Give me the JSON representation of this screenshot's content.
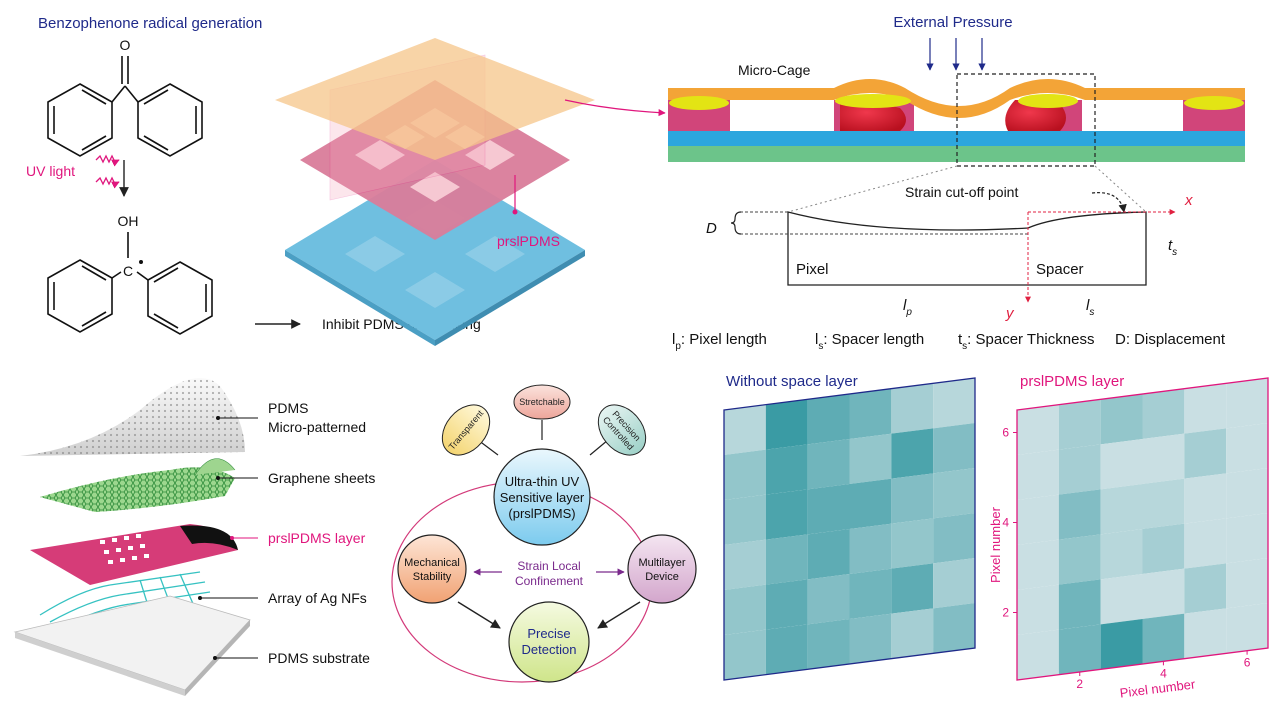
{
  "colors": {
    "navy": "#1f2a8a",
    "magenta": "#e0167d",
    "cyan": "#2aa6df",
    "orange": "#f2a33a",
    "pink": "#d3657f",
    "teal_dark": "#3a9ba4",
    "teal_light": "#c9dfe3",
    "spacer_red": "#e0203a",
    "purple": "#7a2a8c"
  },
  "chemistry": {
    "title": "Benzophenone radical generation",
    "atom_o": "O",
    "atom_oh": "OH",
    "atom_c": "C",
    "uv_label": "UV light",
    "result_label": "Inhibit PDMS crosslinking"
  },
  "layer_stack": {
    "label": "prslPDMS"
  },
  "cross_section": {
    "pressure_label": "External Pressure",
    "cage_label": "Micro-Cage"
  },
  "strain": {
    "cutoff_label": "Strain cut-off point",
    "d_label": "D",
    "x_label": "x",
    "y_label": "y",
    "pixel_label": "Pixel",
    "spacer_label": "Spacer",
    "ts_main": "t",
    "ts_sub": "s",
    "lp_main": "l",
    "lp_sub": "p",
    "ls_main": "l",
    "ls_sub": "s"
  },
  "legend": {
    "lp_main": "l",
    "lp_sub": "p",
    "lp_text": ": Pixel length",
    "ls_main": "l",
    "ls_sub": "s",
    "ls_text": ": Spacer length",
    "ts_main": "t",
    "ts_sub": "s",
    "ts_text": ": Spacer Thickness",
    "d_text": "D: Displacement"
  },
  "device_layers": [
    {
      "label_1": "PDMS",
      "label_2": "Micro-patterned"
    },
    {
      "label_1": "Graphene sheets",
      "label_2": ""
    },
    {
      "label_1": "prslPDMS layer",
      "label_2": ""
    },
    {
      "label_1": "Array of Ag NFs",
      "label_2": ""
    },
    {
      "label_1": "PDMS substrate",
      "label_2": ""
    }
  ],
  "concept": {
    "center_1": "Ultra-thin UV",
    "center_2": "Sensitive layer",
    "center_3": "(prslPDMS)",
    "transparent": "Transparent",
    "stretchable": "Stretchable",
    "precision_1": "Precision",
    "precision_2": "Controlled",
    "mechanical_1": "Mechanical",
    "mechanical_2": "Stability",
    "multilayer_1": "Multilayer",
    "multilayer_2": "Device",
    "strain_1": "Strain Local",
    "strain_2": "Confinement",
    "precise_1": "Precise",
    "precise_2": "Detection"
  },
  "chart_data": [
    {
      "type": "heatmap",
      "title": "Without space layer",
      "rows": 6,
      "cols": 6,
      "levels": [
        [
          1,
          8,
          6,
          5,
          2,
          1
        ],
        [
          3,
          7,
          5,
          3,
          7,
          4
        ],
        [
          3,
          7,
          6,
          6,
          4,
          3
        ],
        [
          2,
          5,
          6,
          4,
          3,
          4
        ],
        [
          3,
          6,
          4,
          5,
          6,
          2
        ],
        [
          3,
          6,
          5,
          4,
          2,
          4
        ]
      ]
    },
    {
      "type": "heatmap",
      "title": "prslPDMS layer",
      "xlabel": "Pixel number",
      "ylabel": "Pixel number",
      "x_ticks": [
        "2",
        "4",
        "6"
      ],
      "y_ticks": [
        "2",
        "4",
        "6"
      ],
      "rows": 6,
      "cols": 6,
      "levels": [
        [
          0,
          2,
          3,
          2,
          0,
          0
        ],
        [
          0,
          2,
          0,
          0,
          2,
          0
        ],
        [
          0,
          4,
          1,
          1,
          0,
          0
        ],
        [
          0,
          3,
          1,
          2,
          0,
          0
        ],
        [
          0,
          5,
          0,
          0,
          2,
          0
        ],
        [
          0,
          5,
          8,
          5,
          0,
          0
        ]
      ]
    }
  ]
}
